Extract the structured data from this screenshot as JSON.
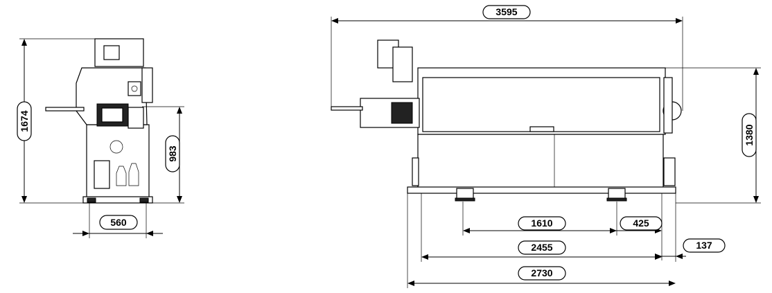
{
  "dimensions": {
    "side_height": "1674",
    "side_width": "560",
    "side_work_height": "983",
    "front_total_length": "3595",
    "front_height": "1380",
    "front_foot_spacing": "1610",
    "front_foot_offset": "425",
    "front_right_overhang": "137",
    "front_frame_length": "2455",
    "front_base_length": "2730"
  }
}
